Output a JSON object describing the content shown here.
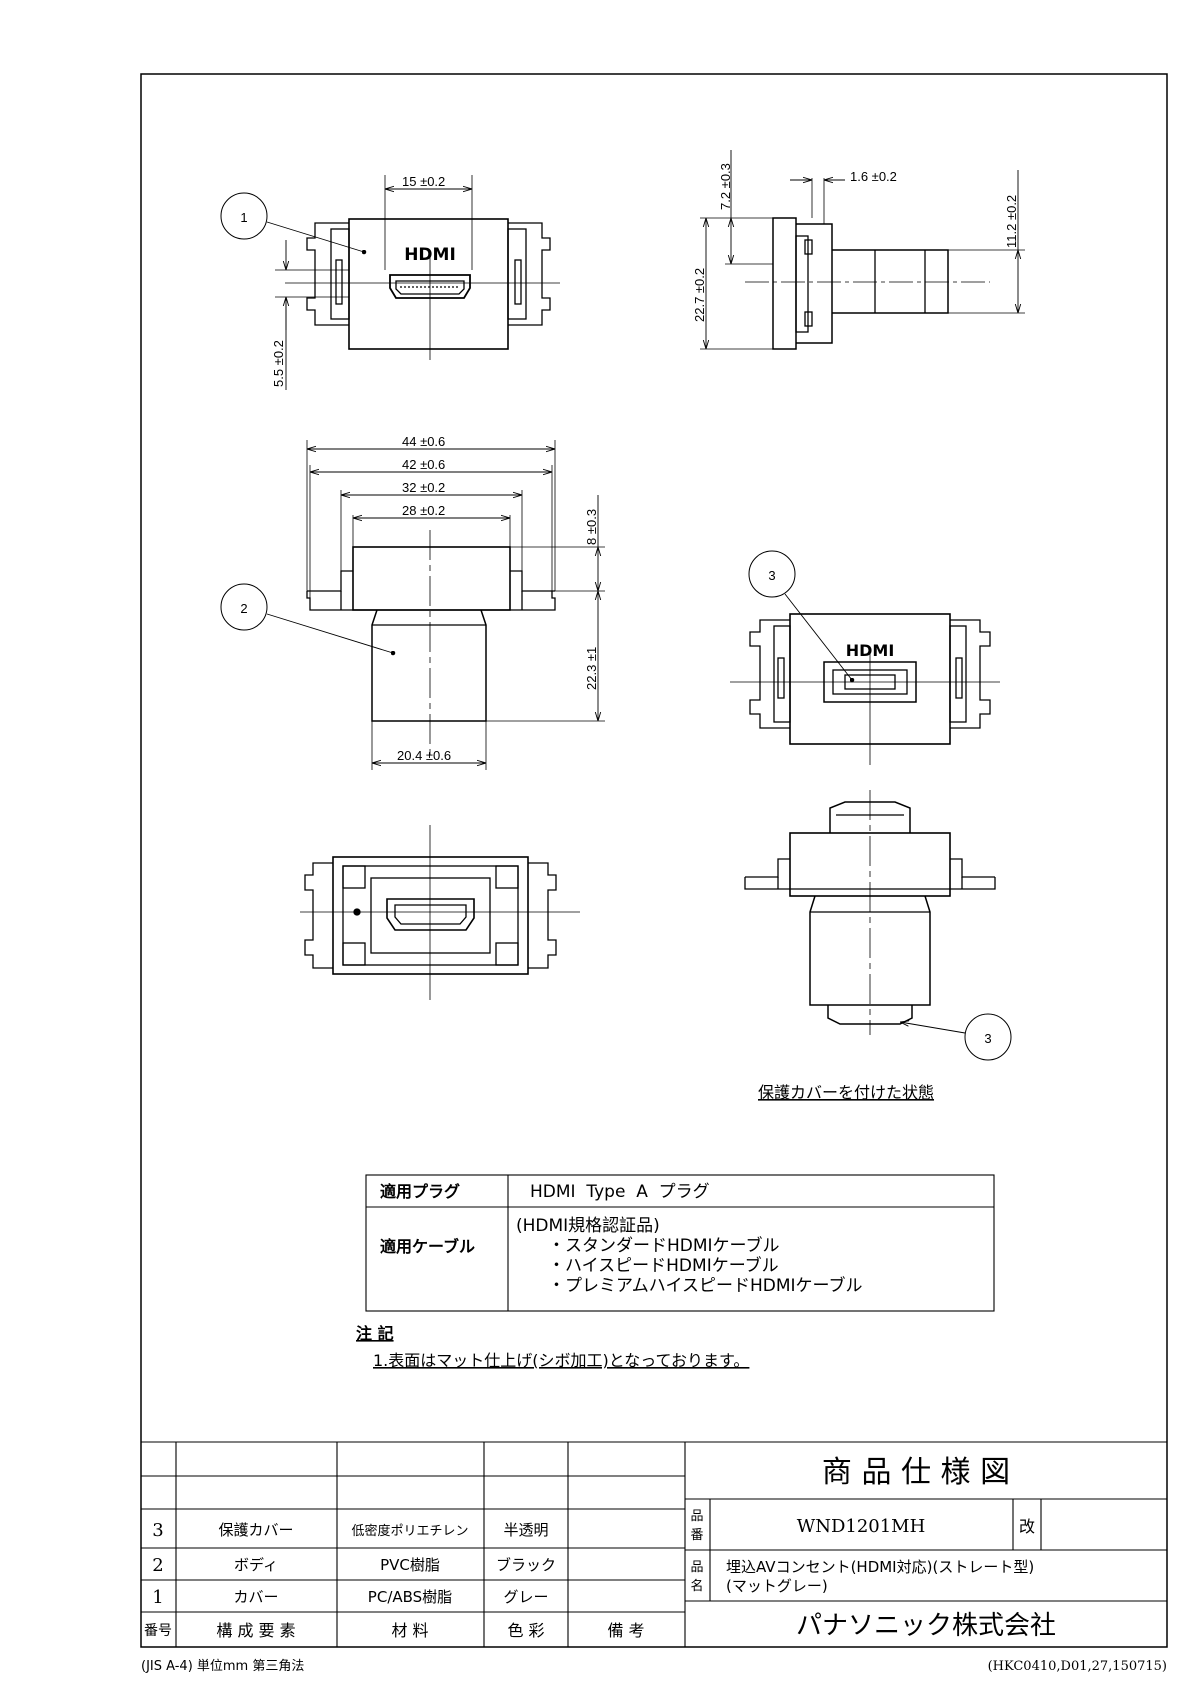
{
  "views": {
    "front": {
      "callout": "1",
      "logo": "HDMI",
      "dims": {
        "width": "15 ±0.2",
        "offset": "5.5 ±0.2"
      }
    },
    "side": {
      "dims": {
        "top": "7.2 ±0.3",
        "thickness": "1.6 ±0.2",
        "height": "22.7 ±0.2",
        "right": "11.2 ±0.2"
      }
    },
    "profile": {
      "callout": "2",
      "dims": {
        "d44": "44 ±0.6",
        "d42": "42 ±0.6",
        "d32": "32 ±0.2",
        "d28": "28 ±0.2",
        "d8": "8 ±0.3",
        "d22": "22.3 ±1",
        "d20": "20.4 ±0.6"
      }
    },
    "covered_front": {
      "callout": "3",
      "logo": "HDMI"
    },
    "covered_side": {
      "callout": "3",
      "caption": "保護カバーを付けた状態"
    }
  },
  "spec_table": {
    "rows": [
      {
        "label": "適用プラグ",
        "value_lines": [
          "HDMI  Type  A  プラグ"
        ]
      },
      {
        "label": "適用ケーブル",
        "value_lines": [
          "(HDMI規格認証品)",
          "・スタンダードHDMIケーブル",
          "・ハイスピードHDMIケーブル",
          "・プレミアムハイスピードHDMIケーブル"
        ]
      }
    ]
  },
  "notes": {
    "heading": "注 記",
    "items": [
      "1.表面はマット仕上げ(シボ加工)となっております。"
    ]
  },
  "parts_table": {
    "header": {
      "no": "番号",
      "component": "構 成 要 素",
      "material": "材 料",
      "color": "色 彩",
      "remarks": "備 考"
    },
    "rows": [
      {
        "no": "3",
        "component": "保護カバー",
        "material": "低密度ポリエチレン",
        "color": "半透明",
        "remarks": ""
      },
      {
        "no": "2",
        "component": "ボディ",
        "material": "PVC樹脂",
        "color": "ブラック",
        "remarks": ""
      },
      {
        "no": "1",
        "component": "カバー",
        "material": "PC/ABS樹脂",
        "color": "グレー",
        "remarks": ""
      }
    ]
  },
  "title_block": {
    "title": "商 品 仕 様 図",
    "part_no_label": "品番",
    "part_no": "WND1201MH",
    "rev_label": "改",
    "name_label": "品名",
    "name_line1": "埋込AVコンセント(HDMI対応)(ストレート型)",
    "name_line2": "(マットグレー)",
    "company": "パナソニック株式会社"
  },
  "footer": {
    "left": "(JIS A-4) 単位mm 第三角法",
    "right": "(HKC0410,D01,27,150715)"
  }
}
